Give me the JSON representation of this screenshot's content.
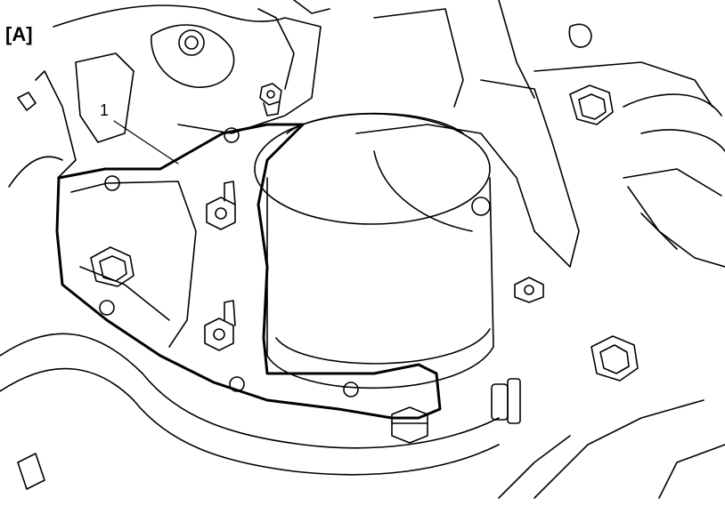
{
  "figure": {
    "panel_label": "[A]",
    "callouts": [
      {
        "id": "1",
        "label": "1"
      }
    ]
  },
  "colors": {
    "line": "#000000",
    "background": "#ffffff"
  }
}
